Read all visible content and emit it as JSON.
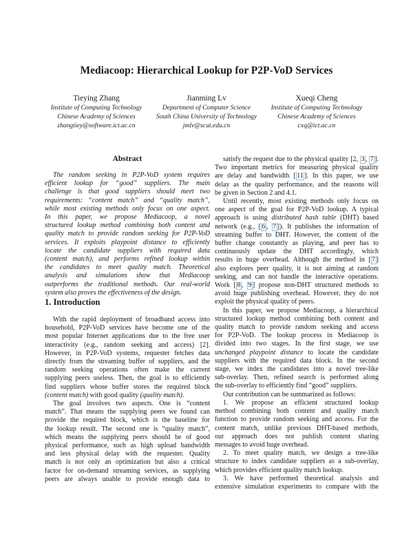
{
  "title": "Mediacoop: Hierarchical Lookup for P2P-VoD Services",
  "authors": [
    {
      "name": "Tieying Zhang",
      "affiliation": [
        "Institute of Computing Technology",
        "Chinese Academy of Sciences",
        "zhangtiey@software.ict.ac.cn"
      ]
    },
    {
      "name": "Jianming Lv",
      "affiliation": [
        "Department of Computer Science",
        "South China University of Technology",
        "jmlv@scut.edu.cn"
      ]
    },
    {
      "name": "Xueqi Cheng",
      "affiliation": [
        "Institute of Computing Technology",
        "Chinese Academy of Sciences",
        "cxq@ict.ac.cn"
      ]
    }
  ],
  "abstract_heading": "Abstract",
  "intro_heading": "1. Introduction",
  "link_color": "#8fbfe8",
  "abstract": [
    [
      "The random seeking in P2P-VoD system requires",
      "efficient lookup for “good” suppliers. The main",
      "challenge is that good suppliers should meet two",
      "requirements: “content match” and “quality match”,",
      "while most existing methods only focus on one aspect.",
      "In this paper, we propose Mediacoop, a novel",
      "structured lookup method combining both content and",
      "quality match to provide random seeking for P2P-VoD",
      "services. It exploits playpoint distance to efficiently",
      "locate the candidate suppliers with required data",
      "(content match), and performs refined lookup within",
      "the candidates to meet quality match. Theoretical",
      "analysis and simulations show that Mediacoop",
      "outperforms the traditional methods. Our real-world",
      "system also proves the effectiveness of the design."
    ]
  ],
  "intro_left": [
    [
      "With the rapid deployment of broadband access into",
      "household, P2P-VoD services have become one of the",
      "most popular Internet applications due to the free user",
      "interactivity (e.g., random seeking and access) [2].",
      "However, in P2P-VoD systems, requester fetches data",
      "directly from the streaming buffer of suppliers, and the",
      "random seeking operations often make the current",
      "supplying peers useless. Then, the goal is to efficiently",
      "find suppliers whose buffer stores the required block",
      [
        {
          "t": "(content match)",
          "s": "i"
        },
        " with good quality ",
        {
          "t": "(quality match)",
          "s": "i"
        },
        "."
      ]
    ],
    [
      "The goal involves two aspects. One is “content",
      "match”. That means the supplying peers we found can",
      "provide the required block, which is the baseline for",
      "the lookup result. The second one is “quality match”,",
      "which means the supplying peers should be of good",
      "physical performance, such as high upload bandwidth",
      "and less physical delay with the requester. Quality",
      "match is not only an optimization but also a critical",
      "factor for on-demand streaming services, as supplying",
      "peers are always unable to provide enough data to"
    ]
  ],
  "intro_right": [
    [
      [
        "satisfy the request due to the physical quality [2, ",
        {
          "t": "3",
          "s": "l"
        },
        ", ",
        {
          "t": "7",
          "s": "l"
        },
        "]."
      ],
      "Two important metrics for measuring physical quality",
      [
        "are delay and bandwidth [",
        {
          "t": "11",
          "s": "l"
        },
        "]. In this paper, we use"
      ],
      "delay as the quality performance, and the reasons will",
      "be given in Section 2 and 4.1."
    ],
    [
      "Until recently, most existing methods only focus on",
      "one aspect of the goal for P2P-VoD lookup. A typical",
      [
        "approach is using ",
        {
          "t": "distributed hash table",
          "s": "i"
        },
        " (DHT) based"
      ],
      [
        "network (e.g., [",
        {
          "t": "6",
          "s": "l"
        },
        ", ",
        {
          "t": "7",
          "s": "l"
        },
        "]). It publishes the information of"
      ],
      "streaming buffer to DHT. However, the content of the",
      "buffer change constantly as playing, and peer has to",
      "continuously update the DHT accordingly, which",
      [
        "results in huge overhead. Although the method in [",
        {
          "t": "7",
          "s": "l"
        },
        "]"
      ],
      "also explores peer quality, it is not aiming at random",
      "seeking, and can not handle the interactive operations.",
      [
        "Work [",
        {
          "t": "8",
          "s": "l"
        },
        ", ",
        {
          "t": "9",
          "s": "l"
        },
        "] propose non-DHT structured methods to"
      ],
      "avoid huge publishing overhead. However, they do not",
      "exploit the physical quality of peers."
    ],
    [
      "In this paper, we propose Mediacoop, a hierarchical",
      "structured lookup method combining both content and",
      "quality match to provide random seeking and access",
      "for P2P-VoD. The lookup process in Mediacoop is",
      "divided into two stages. In the first stage, we use",
      [
        {
          "t": "unchanged playpoint distance",
          "s": "i"
        },
        " to locate the candidate"
      ],
      "suppliers with the required data block. In the second",
      "stage, we index the candidates into a novel tree-like",
      "sub-overlay. Then, refined search is performed along",
      "the sub-overlay to efficiently find “good” suppliers."
    ],
    [
      "Our contribution can be summarized as follows:"
    ],
    [
      "1. We propose an efficient structured lookup",
      "method combining both content and quality match",
      "function to provide random seeking and access. For the",
      "content match, unlike previous DHT-based methods,",
      "our approach does not publish content sharing",
      "messages to avoid huge overhead."
    ],
    [
      "2. To meet quality match, we design a tree-like",
      "structure to index candidate suppliers as a sub-overlay,",
      "which provides efficient quality match lookup."
    ],
    [
      "3. We have performed theoretical analysis and",
      "extensive simulation experiments to compare with the"
    ]
  ]
}
